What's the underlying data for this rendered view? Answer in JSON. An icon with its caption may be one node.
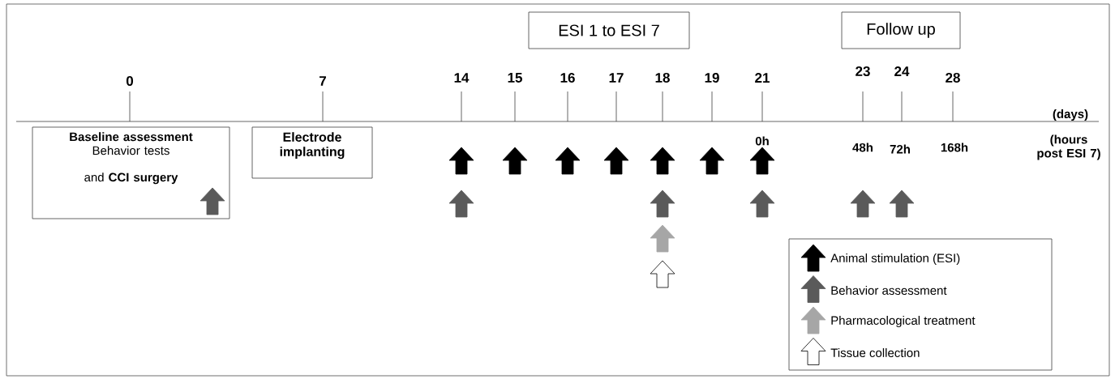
{
  "diagram": {
    "nodes": [
      {
        "text": [
          "Baseline assessment",
          "Behavior tests",
          "and **CCI surgery**"
        ]
      },
      {
        "text": [
          "Electrode implanting"
        ]
      },
      {
        "text": [
          "ESI 1 to ESI 7"
        ]
      },
      {
        "text": [
          "Follow up"
        ]
      }
    ],
    "labels": [
      "0",
      "7",
      "14",
      "15",
      "16",
      "17",
      "18",
      "19",
      "21",
      "23",
      "24",
      "28",
      "(days)",
      "0h",
      "48h",
      "72h",
      "168h",
      "(hours post ESI 7)"
    ],
    "legend": [
      {
        "text": "Animal stimulation (ESI)"
      },
      {
        "text": "Behavior assessment"
      },
      {
        "text": "Pharmacological treatment"
      },
      {
        "text": "Tissue collection"
      }
    ]
  }
}
